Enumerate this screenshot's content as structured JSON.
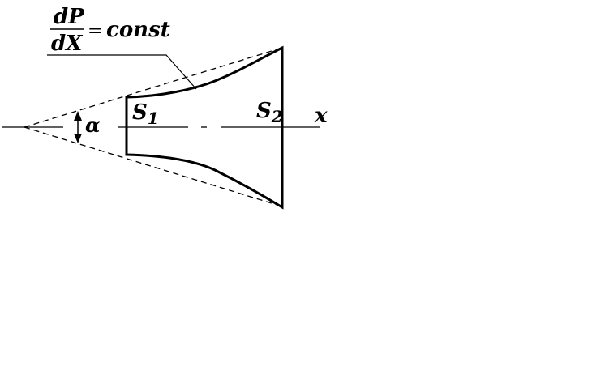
{
  "formula": {
    "numerator": "dP",
    "denominator": "dX",
    "equals": "=",
    "rhs": "const"
  },
  "labels": {
    "s1_letter": "S",
    "s1_subscript": "1",
    "s2_letter": "S",
    "s2_subscript": "2",
    "axis_x": "x",
    "angle": "α"
  }
}
